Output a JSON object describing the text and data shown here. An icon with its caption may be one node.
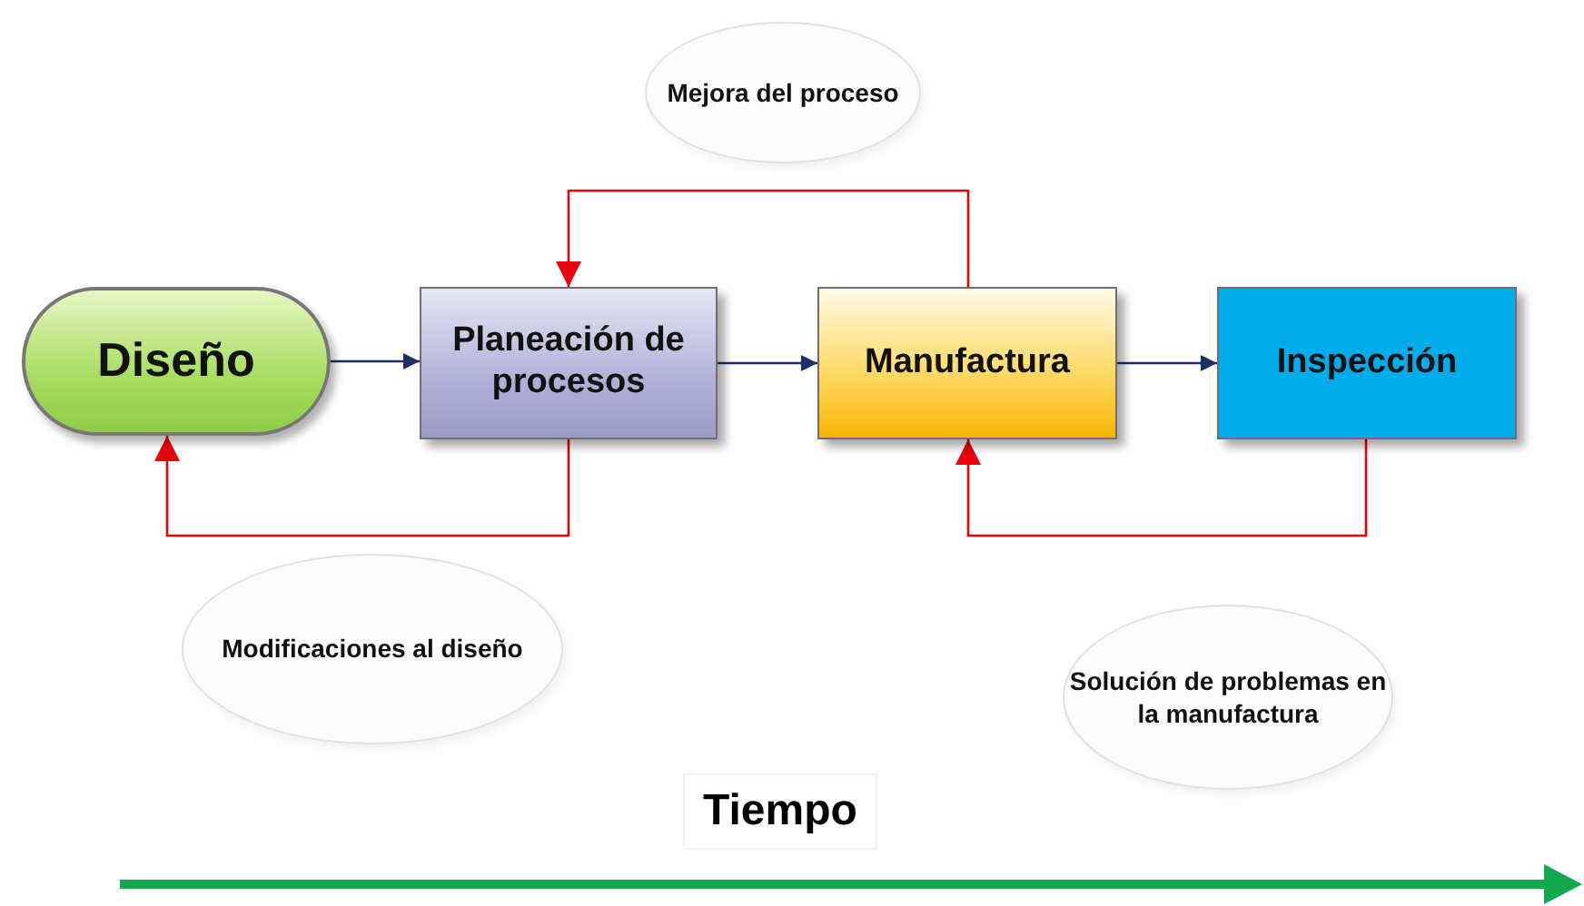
{
  "diagram": {
    "nodes": [
      {
        "text": [
          "Diseño"
        ]
      },
      {
        "text": [
          "Planeación de procesos"
        ]
      },
      {
        "text": [
          "Manufactura"
        ]
      },
      {
        "text": [
          "Inspección"
        ]
      },
      {
        "text": [
          "Mejora del proceso"
        ]
      },
      {
        "text": [
          "Modificaciones al diseño"
        ]
      },
      {
        "text": [
          "Solución de problemas en la manufactura"
        ]
      }
    ],
    "edges": [
      {
        "from": 0,
        "to": 1,
        "arrow": "to"
      },
      {
        "from": 1,
        "to": 2,
        "arrow": "to"
      },
      {
        "from": 2,
        "to": 3,
        "arrow": "to"
      },
      {
        "from": 2,
        "to": 1,
        "arrow": "to",
        "color": "#e8000b"
      },
      {
        "from": 1,
        "to": 0,
        "arrow": "to",
        "color": "#e8000b"
      },
      {
        "from": 3,
        "to": 2,
        "arrow": "to",
        "color": "#e8000b"
      }
    ],
    "labels": [
      "Tiempo"
    ]
  }
}
